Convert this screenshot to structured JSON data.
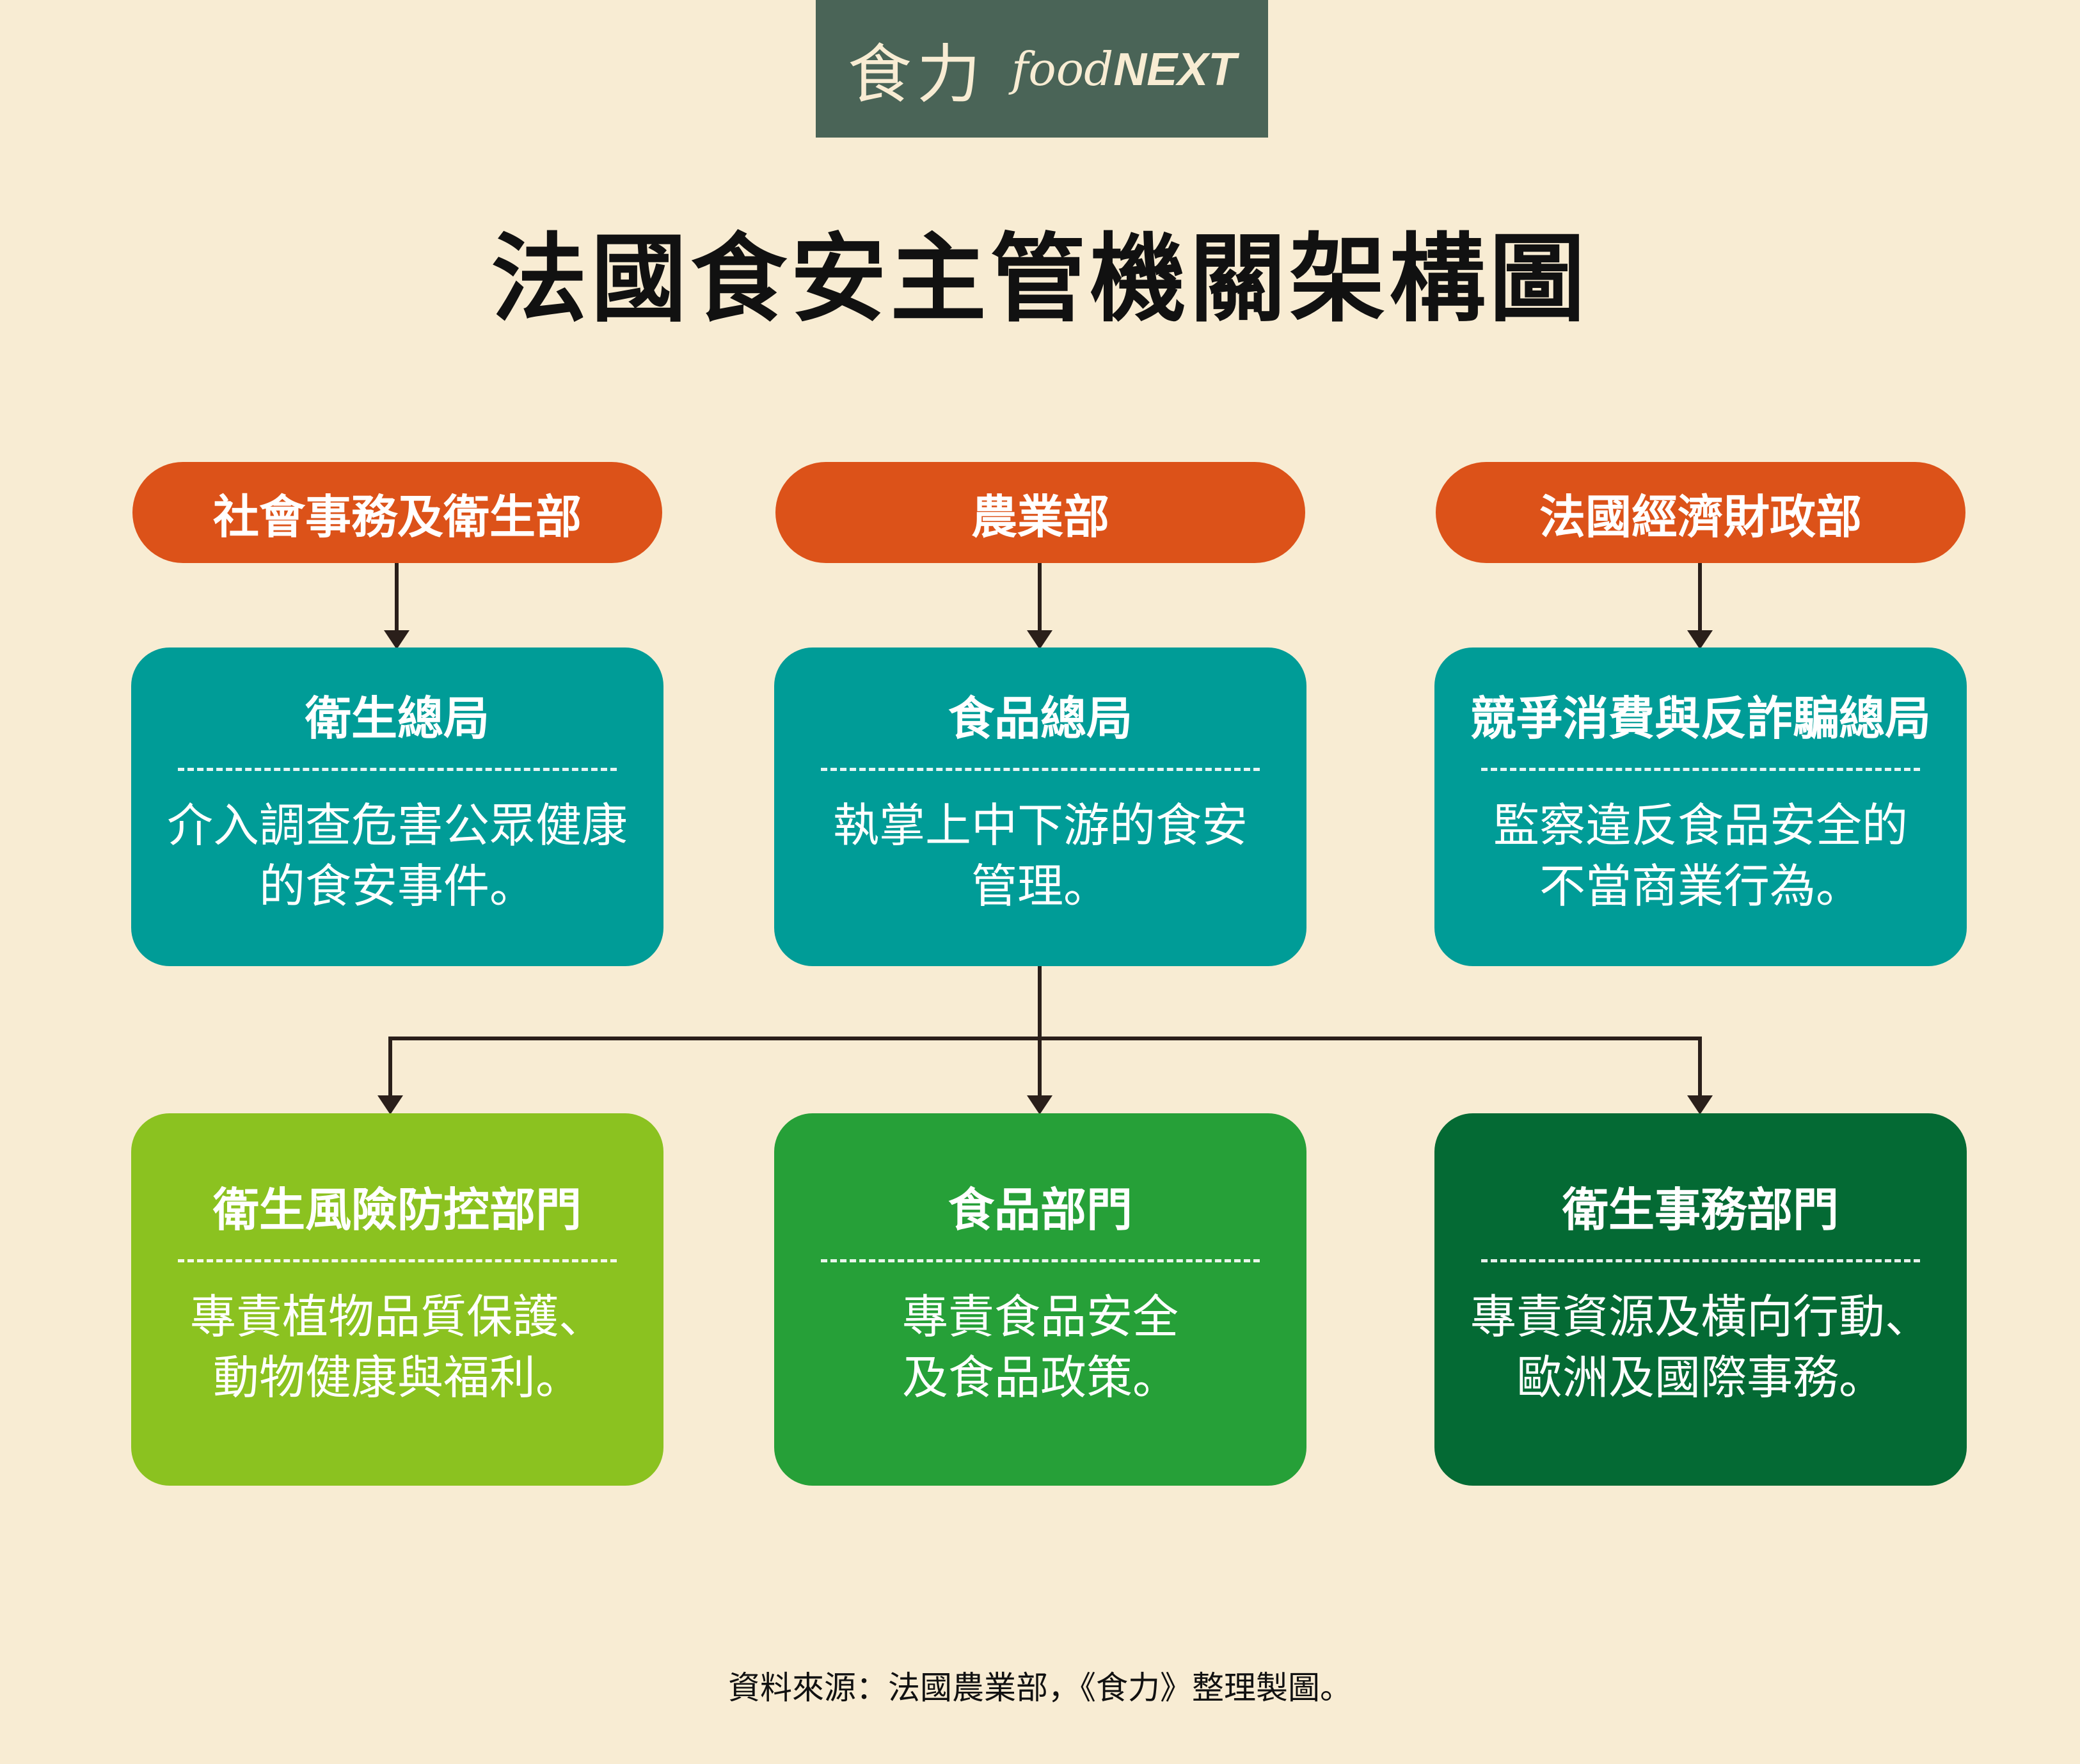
{
  "logo": {
    "chinese": "食力",
    "english_prefix": "food",
    "english_bold": "NEXT"
  },
  "title": "法國食安主管機關架構圖",
  "ministries": [
    {
      "label": "社會事務及衛生部"
    },
    {
      "label": "農業部"
    },
    {
      "label": "法國經濟財政部"
    }
  ],
  "agencies": [
    {
      "title": "衛生總局",
      "desc_line1": "介入調查危害公眾健康",
      "desc_line2": "的食安事件。"
    },
    {
      "title": "食品總局",
      "desc_line1": "執掌上中下游的食安",
      "desc_line2": "管理。"
    },
    {
      "title": "競爭消費與反詐騙總局",
      "desc_line1": "監察違反食品安全的",
      "desc_line2": "不當商業行為。"
    }
  ],
  "departments": [
    {
      "title": "衛生風險防控部門",
      "desc_line1": "專責植物品質保護、",
      "desc_line2": "動物健康與福利。"
    },
    {
      "title": "食品部門",
      "desc_line1": "專責食品安全",
      "desc_line2": "及食品政策。"
    },
    {
      "title": "衛生事務部門",
      "desc_line1": "專責資源及橫向行動、",
      "desc_line2": "歐洲及國際事務。"
    }
  ],
  "source": "資料來源：法國農業部，《食力》整理製圖。",
  "colors": {
    "background": "#f8ecd3",
    "ministry": "#dc5219",
    "agency": "#009c97",
    "department_1": "#8bc220",
    "department_2": "#26a038",
    "department_3": "#046a34",
    "logo_bg": "#4a6457"
  }
}
